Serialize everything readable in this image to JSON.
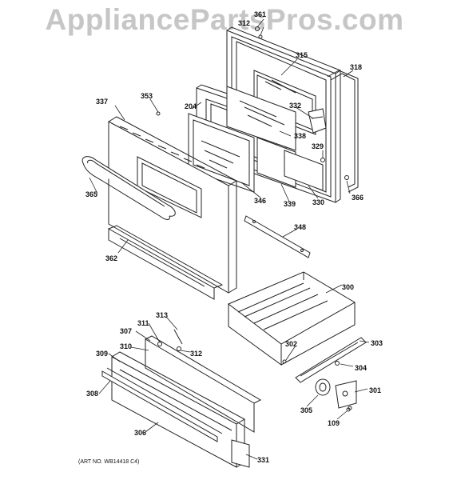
{
  "watermark": "AppliancePartsPros.com",
  "art_number": "(ART NO. WB14418 C4)",
  "parts": [
    {
      "id": "361"
    },
    {
      "id": "312"
    },
    {
      "id": "315"
    },
    {
      "id": "318"
    },
    {
      "id": "353"
    },
    {
      "id": "204"
    },
    {
      "id": "332"
    },
    {
      "id": "337"
    },
    {
      "id": "338"
    },
    {
      "id": "329"
    },
    {
      "id": "365"
    },
    {
      "id": "346"
    },
    {
      "id": "339"
    },
    {
      "id": "330"
    },
    {
      "id": "366"
    },
    {
      "id": "348"
    },
    {
      "id": "362"
    },
    {
      "id": "300"
    },
    {
      "id": "313"
    },
    {
      "id": "311"
    },
    {
      "id": "307"
    },
    {
      "id": "310"
    },
    {
      "id": "312"
    },
    {
      "id": "302"
    },
    {
      "id": "303"
    },
    {
      "id": "309"
    },
    {
      "id": "304"
    },
    {
      "id": "308"
    },
    {
      "id": "301"
    },
    {
      "id": "305"
    },
    {
      "id": "306"
    },
    {
      "id": "109"
    },
    {
      "id": "331"
    }
  ]
}
